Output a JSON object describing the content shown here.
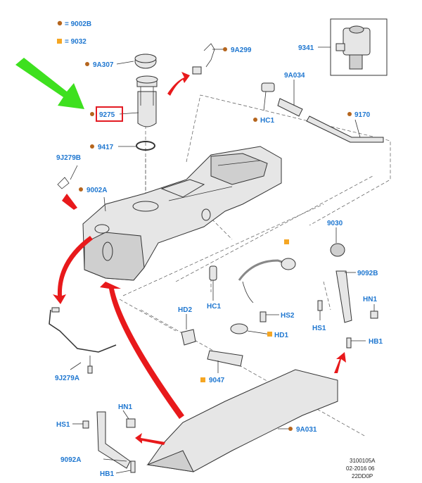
{
  "legend": {
    "dot_code": "= 9002B",
    "square_code": "= 9032"
  },
  "callouts": {
    "c_9a307": "9A307",
    "c_9275": "9275",
    "c_9417": "9417",
    "c_9j279b": "9J279B",
    "c_9002a": "9002A",
    "c_9a299": "9A299",
    "c_9341": "9341",
    "c_9a034": "9A034",
    "c_hc1_top": "HC1",
    "c_9170": "9170",
    "c_9030": "9030",
    "c_9092b": "9092B",
    "c_hn1_right": "HN1",
    "c_hs1_right": "HS1",
    "c_hb1_right": "HB1",
    "c_hd2": "HD2",
    "c_hc1_mid": "HC1",
    "c_hs2": "HS2",
    "c_hd1": "HD1",
    "c_9047": "9047",
    "c_9j279a": "9J279A",
    "c_hn1_left": "HN1",
    "c_hs1_left": "HS1",
    "c_9092a": "9092A",
    "c_hb1_left": "HB1",
    "c_9a031": "9A031"
  },
  "reference": {
    "line1": "3100105A",
    "line2": "02-2016 06",
    "line3": "22DD0P"
  },
  "colors": {
    "label_blue": "#1f77d0",
    "bullet_dot": "#b5651d",
    "bullet_square": "#f5a623",
    "highlight_box": "#e31b23",
    "pointer_arrow": "#3ee01f",
    "motion_arrow": "#e8191b"
  },
  "icons": {
    "highlight": "red-rectangle-highlight",
    "pointer": "green-arrow"
  }
}
